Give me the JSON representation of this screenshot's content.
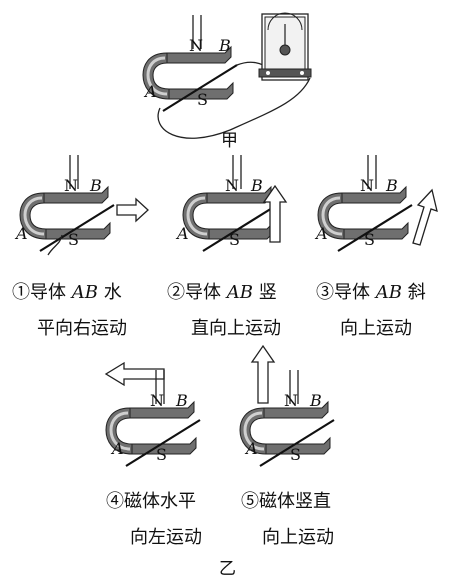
{
  "labels": {
    "north": "N",
    "south": "S",
    "end_a": "A",
    "end_b": "B"
  },
  "figure_labels": {
    "top": "甲",
    "bottom": "乙"
  },
  "captions": {
    "c1": {
      "num": "①",
      "pre": "导体 ",
      "ab": "AB",
      "post": " 水",
      "line2": "平向右运动"
    },
    "c2": {
      "num": "②",
      "pre": "导体 ",
      "ab": "AB",
      "post": " 竖",
      "line2": "直向上运动"
    },
    "c3": {
      "num": "③",
      "pre": "导体 ",
      "ab": "AB",
      "post": " 斜",
      "line2": "向上运动"
    },
    "c4": {
      "line1": "④磁体水平",
      "line2": "向左运动"
    },
    "c5": {
      "line1": "⑤磁体竖直",
      "line2": "向上运动"
    }
  },
  "meter": {
    "icon": "galvanometer-icon"
  },
  "arrows": {
    "a1": "arrow-right",
    "a2": "arrow-up",
    "a3": "arrow-up-right",
    "a4": "arrow-left",
    "a5": "arrow-up"
  }
}
